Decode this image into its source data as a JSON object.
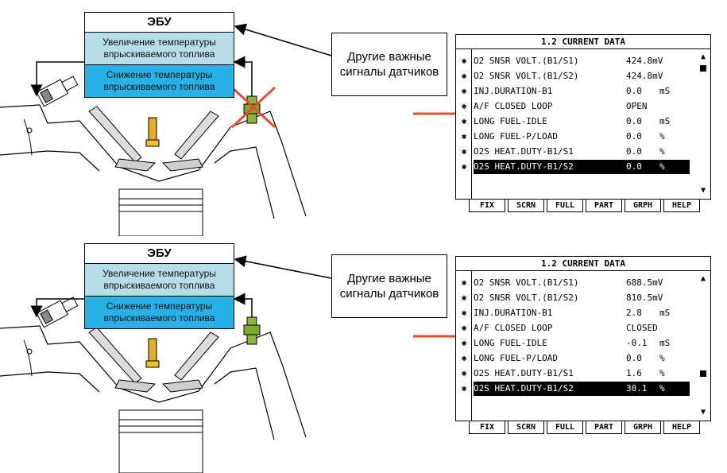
{
  "panels": [
    {
      "ecu": {
        "title": "ЭБУ",
        "increase": "Увеличение температуры впрыскиваемого топлива",
        "decrease": "Снижение температуры впрыскиваемого топлива"
      },
      "signals_box": "Другие важные сигналы датчиков",
      "sensor_crossed": true,
      "scanner": {
        "title": "1.2 CURRENT DATA",
        "rows": [
          {
            "star": "✱",
            "name": "O2 SNSR VOLT.(B1/S1)",
            "value": "424.8mV",
            "unit": ""
          },
          {
            "star": "✱",
            "name": "O2 SNSR VOLT.(B1/S2)",
            "value": "424.8mV",
            "unit": ""
          },
          {
            "star": "✱",
            "name": "INJ.DURATION-B1",
            "value": "0.0",
            "unit": "mS"
          },
          {
            "star": "✱",
            "name": "A/F CLOSED LOOP",
            "value": "OPEN",
            "unit": ""
          },
          {
            "star": "✱",
            "name": "LONG FUEL-IDLE",
            "value": "0.0",
            "unit": "mS"
          },
          {
            "star": "✱",
            "name": "LONG FUEL-P/LOAD",
            "value": "0.0",
            "unit": "%"
          },
          {
            "star": "✱",
            "name": "O2S HEAT.DUTY-B1/S1",
            "value": "0.0",
            "unit": "%"
          },
          {
            "star": "✱",
            "name": "O2S HEAT.DUTY-B1/S2",
            "value": "0.0",
            "unit": "%"
          }
        ],
        "selected_row": 7,
        "scroll_position": 0.0
      },
      "fkeys": [
        "FIX",
        "SCRN",
        "FULL",
        "PART",
        "GRPH",
        "HELP"
      ]
    },
    {
      "ecu": {
        "title": "ЭБУ",
        "increase": "Увеличение температуры впрыскиваемого топлива",
        "decrease": "Снижение температуры впрыскиваемого топлива"
      },
      "signals_box": "Другие важные сигналы датчиков",
      "sensor_crossed": false,
      "scanner": {
        "title": "1.2 CURRENT DATA",
        "rows": [
          {
            "star": "✱",
            "name": "O2 SNSR VOLT.(B1/S1)",
            "value": "688.5mV",
            "unit": ""
          },
          {
            "star": "✱",
            "name": "O2 SNSR VOLT.(B1/S2)",
            "value": "810.5mV",
            "unit": ""
          },
          {
            "star": "✱",
            "name": "INJ.DURATION-B1",
            "value": "2.8",
            "unit": "mS"
          },
          {
            "star": "✱",
            "name": "A/F CLOSED LOOP",
            "value": "CLOSED",
            "unit": ""
          },
          {
            "star": "✱",
            "name": "LONG FUEL-IDLE",
            "value": "-0.1",
            "unit": "mS"
          },
          {
            "star": "✱",
            "name": "LONG FUEL-P/LOAD",
            "value": "0.0",
            "unit": "%"
          },
          {
            "star": "✱",
            "name": "O2S HEAT.DUTY-B1/S1",
            "value": "1.6",
            "unit": "%"
          },
          {
            "star": "✱",
            "name": "O2S HEAT.DUTY-B1/S2",
            "value": "30.1",
            "unit": "%"
          }
        ],
        "selected_row": 7,
        "scroll_position": 0.75
      },
      "fkeys": [
        "FIX",
        "SCRN",
        "FULL",
        "PART",
        "GRPH",
        "HELP"
      ]
    }
  ],
  "colors": {
    "ecu_increase": "#b7dde8",
    "ecu_decrease": "#27b1e6",
    "sensor": "#8db63a",
    "injector_tip": "#e0b020",
    "red_arrow": "#e0502a"
  }
}
